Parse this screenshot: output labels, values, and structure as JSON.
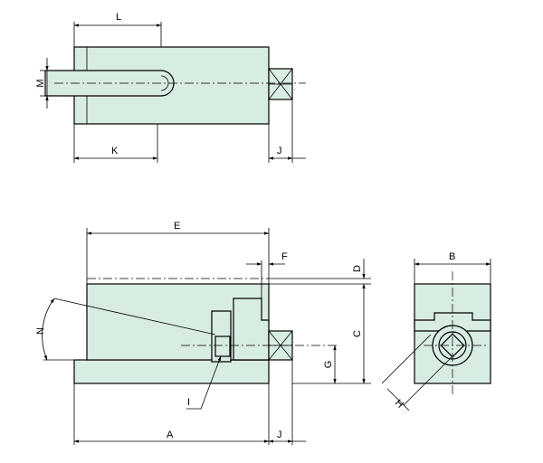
{
  "labels": {
    "L": "L",
    "M": "M",
    "K": "K",
    "J_top": "J",
    "E": "E",
    "F": "F",
    "D": "D",
    "C": "C",
    "N": "N",
    "G": "G",
    "I": "I",
    "A": "A",
    "J_bottom": "J",
    "B": "B",
    "H": "H"
  },
  "colors": {
    "part_fill": "#d8ede2",
    "line": "#000000",
    "background": "#ffffff"
  }
}
